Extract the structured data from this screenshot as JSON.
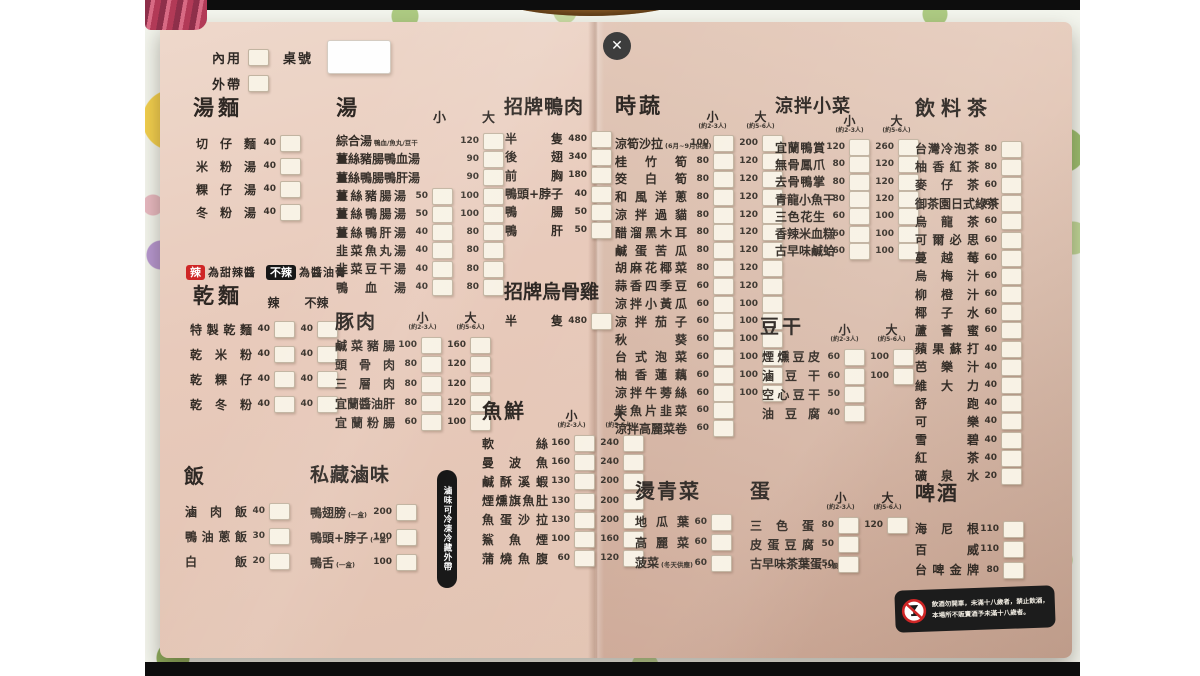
{
  "viewer": {
    "close": "✕"
  },
  "order_form": {
    "dine_in": "內用",
    "takeout": "外帶",
    "table_no": "桌號"
  },
  "legend": {
    "spicy": "辣",
    "spicy_meaning": "為甜辣醬",
    "not_spicy": "不辣",
    "not_spicy_meaning": "為醬油膏"
  },
  "badge_vertical": "滷味可冷凍冷藏外帶",
  "warning": {
    "line1": "飲酒勿開車，未滿十八歲者，禁止飲酒，",
    "line2": "本場所不販賣酒予未滿十八歲者。"
  },
  "col_labels": {
    "small": "小",
    "large": "大",
    "small_note": "(約2-3人)",
    "large_note": "(約5-6人)",
    "spicy": "辣",
    "not_spicy": "不辣"
  },
  "colors": {
    "page_pink": "#e8cabb",
    "badge_red": "#cf2626",
    "badge_black": "#171717"
  },
  "sections": {
    "soup_noodles": {
      "title": "湯麵",
      "items": [
        {
          "n": "切仔麵",
          "p1": 40,
          "b1": 1
        },
        {
          "n": "米粉湯",
          "p1": 40,
          "b1": 1
        },
        {
          "n": "粿仔湯",
          "p1": 40,
          "b1": 1
        },
        {
          "n": "冬粉湯",
          "p1": 40,
          "b1": 1
        }
      ]
    },
    "dry_noodles": {
      "title": "乾麵",
      "items": [
        {
          "n": "特製乾麵",
          "p1": 40,
          "b1": 1,
          "p2": 40,
          "b2": 1
        },
        {
          "n": "乾米粉",
          "p1": 40,
          "b1": 1,
          "p2": 40,
          "b2": 1
        },
        {
          "n": "乾粿仔",
          "p1": 40,
          "b1": 1,
          "p2": 40,
          "b2": 1
        },
        {
          "n": "乾冬粉",
          "p1": 40,
          "b1": 1,
          "p2": 40,
          "b2": 1
        }
      ]
    },
    "rice": {
      "title": "飯",
      "items": [
        {
          "n": "滷肉飯",
          "p1": 40,
          "b1": 1
        },
        {
          "n": "鴨油蔥飯",
          "p1": 30,
          "b1": 1
        },
        {
          "n": "白飯",
          "p1": 20,
          "b1": 1
        }
      ]
    },
    "soups": {
      "title": "湯",
      "items": [
        {
          "n": "綜合湯",
          "nt": "鴨血/魚丸/豆干",
          "p2": 120,
          "b2": 1
        },
        {
          "n": "薑絲豬腸鴨血湯",
          "p2": 90,
          "b2": 1
        },
        {
          "n": "薑絲鴨腸鴨肝湯",
          "p2": 90,
          "b2": 1
        },
        {
          "n": "薑絲豬腸湯",
          "p1": 50,
          "b1": 1,
          "p2": 100,
          "b2": 1
        },
        {
          "n": "薑絲鴨腸湯",
          "p1": 50,
          "b1": 1,
          "p2": 100,
          "b2": 1
        },
        {
          "n": "薑絲鴨肝湯",
          "p1": 40,
          "b1": 1,
          "p2": 80,
          "b2": 1
        },
        {
          "n": "韭菜魚丸湯",
          "p1": 40,
          "b1": 1,
          "p2": 80,
          "b2": 1
        },
        {
          "n": "韭菜豆干湯",
          "p1": 40,
          "b1": 1,
          "p2": 80,
          "b2": 1
        },
        {
          "n": "鴨血湯",
          "p1": 40,
          "b1": 1,
          "p2": 80,
          "b2": 1
        }
      ]
    },
    "pork": {
      "title": "豚肉",
      "items": [
        {
          "n": "鹹菜豬腸",
          "p1": 100,
          "b1": 1,
          "p2": 160,
          "b2": 1
        },
        {
          "n": "頭骨肉",
          "p1": 80,
          "b1": 1,
          "p2": 120,
          "b2": 1
        },
        {
          "n": "三層肉",
          "p1": 80,
          "b1": 1,
          "p2": 120,
          "b2": 1
        },
        {
          "n": "宜蘭醬油肝",
          "p1": 80,
          "b1": 1,
          "p2": 120,
          "b2": 1
        },
        {
          "n": "宜蘭粉腸",
          "p1": 60,
          "b1": 1,
          "p2": 100,
          "b2": 1
        }
      ]
    },
    "braised": {
      "title": "私藏滷味",
      "items": [
        {
          "n": "鴨翅膀",
          "nt": "(一盒)",
          "p1": 200,
          "b1": 1
        },
        {
          "n": "鴨頭+脖子",
          "nt": "(一盒)",
          "p1": 100,
          "b1": 1
        },
        {
          "n": "鴨舌",
          "nt": "(一盒)",
          "p1": 100,
          "b1": 1
        }
      ]
    },
    "duck": {
      "title": "招牌鴨肉",
      "items": [
        {
          "n": "半隻",
          "p1": 480,
          "b1": 1
        },
        {
          "n": "後翅",
          "p1": 340,
          "b1": 1
        },
        {
          "n": "前胸",
          "p1": 180,
          "b1": 1
        },
        {
          "n": "鴨頭+脖子",
          "p1": 40,
          "b1": 1
        },
        {
          "n": "鴨腸",
          "p1": 50,
          "b1": 1
        },
        {
          "n": "鴨肝",
          "p1": 50,
          "b1": 1
        }
      ]
    },
    "chicken": {
      "title": "招牌烏骨雞",
      "items": [
        {
          "n": "半隻",
          "p1": 480,
          "b1": 1
        }
      ]
    },
    "fish": {
      "title": "魚鮮",
      "items": [
        {
          "n": "軟絲",
          "p1": 160,
          "b1": 1,
          "p2": 240,
          "b2": 1
        },
        {
          "n": "曼波魚",
          "p1": 160,
          "b1": 1,
          "p2": 240,
          "b2": 1
        },
        {
          "n": "鹹酥溪蝦",
          "p1": 130,
          "b1": 1,
          "p2": 200,
          "b2": 1
        },
        {
          "n": "煙燻旗魚肚",
          "p1": 130,
          "b1": 1,
          "p2": 200,
          "b2": 1
        },
        {
          "n": "魚蛋沙拉",
          "p1": 130,
          "b1": 1,
          "p2": 200,
          "b2": 1
        },
        {
          "n": "鯊魚煙",
          "p1": 100,
          "b1": 1,
          "p2": 160,
          "b2": 1
        },
        {
          "n": "蒲燒魚腹",
          "p1": 60,
          "b1": 1,
          "p2": 120,
          "b2": 1
        }
      ]
    },
    "vegetables": {
      "title": "時蔬",
      "items": [
        {
          "n": "涼筍沙拉",
          "nt": "(6月~9月供應)",
          "p1": 100,
          "b1": 1,
          "p2": 200,
          "b2": 1
        },
        {
          "n": "桂竹筍",
          "p1": 80,
          "b1": 1,
          "p2": 120,
          "b2": 1
        },
        {
          "n": "筊白筍",
          "p1": 80,
          "b1": 1,
          "p2": 120,
          "b2": 1
        },
        {
          "n": "和風洋蔥",
          "p1": 80,
          "b1": 1,
          "p2": 120,
          "b2": 1
        },
        {
          "n": "涼拌過貓",
          "p1": 80,
          "b1": 1,
          "p2": 120,
          "b2": 1
        },
        {
          "n": "醋溜黑木耳",
          "p1": 80,
          "b1": 1,
          "p2": 120,
          "b2": 1
        },
        {
          "n": "鹹蛋苦瓜",
          "p1": 80,
          "b1": 1,
          "p2": 120,
          "b2": 1
        },
        {
          "n": "胡麻花椰菜",
          "p1": 80,
          "b1": 1,
          "p2": 120,
          "b2": 1
        },
        {
          "n": "蒜香四季豆",
          "p1": 60,
          "b1": 1,
          "p2": 120,
          "b2": 1
        },
        {
          "n": "涼拌小黃瓜",
          "p1": 60,
          "b1": 1,
          "p2": 100,
          "b2": 1
        },
        {
          "n": "涼拌茄子",
          "p1": 60,
          "b1": 1,
          "p2": 100,
          "b2": 1
        },
        {
          "n": "秋葵",
          "p1": 60,
          "b1": 1,
          "p2": 100,
          "b2": 1
        },
        {
          "n": "台式泡菜",
          "p1": 60,
          "b1": 1,
          "p2": 100,
          "b2": 1
        },
        {
          "n": "柚香蓮藕",
          "p1": 60,
          "b1": 1,
          "p2": 100,
          "b2": 1
        },
        {
          "n": "涼拌牛蒡絲",
          "p1": 60,
          "b1": 1,
          "p2": 100,
          "b2": 1
        },
        {
          "n": "柴魚片韭菜",
          "p1": 60,
          "b1": 1
        },
        {
          "n": "涼拌高麗菜卷",
          "p1": 60,
          "b1": 1
        }
      ]
    },
    "cold_dishes": {
      "title": "涼拌小菜",
      "items": [
        {
          "n": "宜蘭鴨賞",
          "p1": 120,
          "b1": 1,
          "p2": 260,
          "b2": 1
        },
        {
          "n": "無骨鳳爪",
          "p1": 80,
          "b1": 1,
          "p2": 120,
          "b2": 1
        },
        {
          "n": "去骨鴨掌",
          "p1": 80,
          "b1": 1,
          "p2": 120,
          "b2": 1
        },
        {
          "n": "青龍小魚干",
          "p1": 80,
          "b1": 1,
          "p2": 120,
          "b2": 1
        },
        {
          "n": "三色花生",
          "p1": 60,
          "b1": 1,
          "p2": 100,
          "b2": 1
        },
        {
          "n": "香辣米血糕",
          "p1": 60,
          "b1": 1,
          "p2": 100,
          "b2": 1
        },
        {
          "n": "古早味鹹蛤",
          "p1": 60,
          "b1": 1,
          "p2": 100,
          "b2": 1
        }
      ]
    },
    "dougan": {
      "title": "豆干",
      "items": [
        {
          "n": "煙燻豆皮",
          "p1": 60,
          "b1": 1,
          "p2": 100,
          "b2": 1
        },
        {
          "n": "滷豆干",
          "p1": 60,
          "b1": 1,
          "p2": 100,
          "b2": 1
        },
        {
          "n": "空心豆干",
          "p1": 50,
          "b1": 1
        },
        {
          "n": "油豆腐",
          "p1": 40,
          "b1": 1
        }
      ]
    },
    "blanched": {
      "title": "燙青菜",
      "items": [
        {
          "n": "地瓜葉",
          "p1": 60,
          "b1": 1
        },
        {
          "n": "高麗菜",
          "p1": 60,
          "b1": 1
        },
        {
          "n": "菠菜",
          "nt": "(冬天供應)",
          "p1": 60,
          "b1": 1
        }
      ]
    },
    "egg": {
      "title": "蛋",
      "items": [
        {
          "n": "三色蛋",
          "p1": 80,
          "b1": 1,
          "p2": 120,
          "b2": 1
        },
        {
          "n": "皮蛋豆腐",
          "p1": 50,
          "b1": 1
        },
        {
          "n": "古早味茶葉蛋",
          "nt": "(3顆)",
          "p1": 50,
          "b1": 1
        }
      ]
    },
    "drinks": {
      "title": "飲料茶",
      "items": [
        {
          "n": "台灣冷泡茶",
          "p1": 80,
          "b1": 1
        },
        {
          "n": "柚香紅茶",
          "p1": 80,
          "b1": 1
        },
        {
          "n": "麥仔茶",
          "p1": 60,
          "b1": 1
        },
        {
          "n": "御茶園日式綠茶",
          "p1": 60,
          "b1": 1
        },
        {
          "n": "烏龍茶",
          "p1": 60,
          "b1": 1
        },
        {
          "n": "可爾必思",
          "p1": 60,
          "b1": 1
        },
        {
          "n": "蔓越莓",
          "p1": 60,
          "b1": 1
        },
        {
          "n": "烏梅汁",
          "p1": 60,
          "b1": 1
        },
        {
          "n": "柳橙汁",
          "p1": 60,
          "b1": 1
        },
        {
          "n": "椰子水",
          "p1": 60,
          "b1": 1
        },
        {
          "n": "蘆薈蜜",
          "p1": 60,
          "b1": 1
        },
        {
          "n": "蘋果蘇打",
          "p1": 40,
          "b1": 1
        },
        {
          "n": "芭樂汁",
          "p1": 40,
          "b1": 1
        },
        {
          "n": "維大力",
          "p1": 40,
          "b1": 1
        },
        {
          "n": "舒跑",
          "p1": 40,
          "b1": 1
        },
        {
          "n": "可樂",
          "p1": 40,
          "b1": 1
        },
        {
          "n": "雪碧",
          "p1": 40,
          "b1": 1
        },
        {
          "n": "紅茶",
          "p1": 40,
          "b1": 1
        },
        {
          "n": "礦泉水",
          "p1": 20,
          "b1": 1
        }
      ]
    },
    "beer": {
      "title": "啤酒",
      "items": [
        {
          "n": "海尼根",
          "p1": 110,
          "b1": 1
        },
        {
          "n": "百威",
          "p1": 110,
          "b1": 1
        },
        {
          "n": "台啤金牌",
          "p1": 80,
          "b1": 1
        }
      ]
    }
  }
}
